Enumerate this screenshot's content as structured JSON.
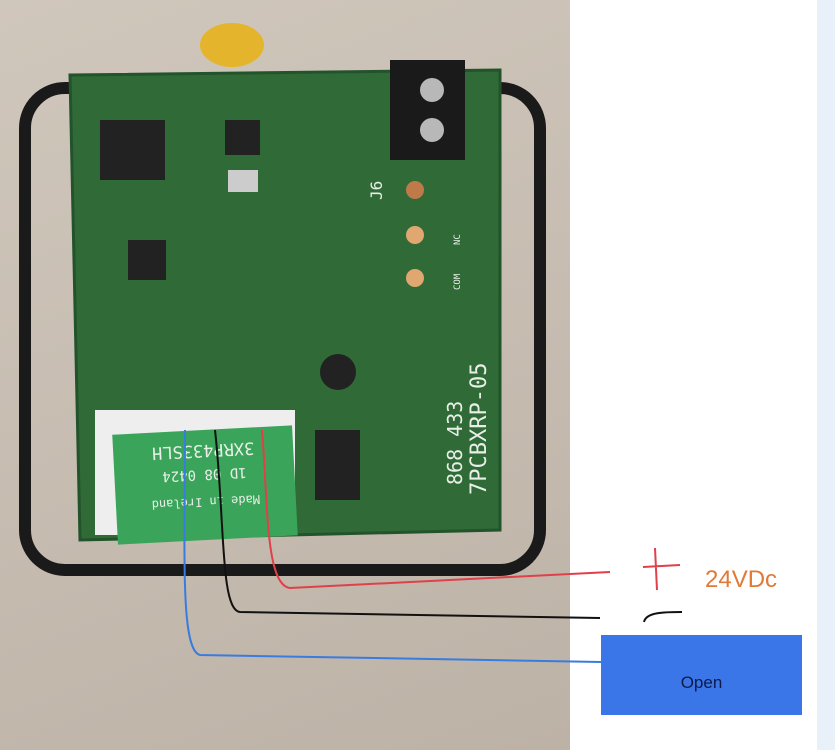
{
  "photo": {
    "board_label": "7PCBXRP-05",
    "freq_label": "868 433",
    "connector_label": "J6",
    "nc_label": "NC",
    "com_label": "COM",
    "module_label": "3XRP433SLH",
    "module_code": "1D 08 0424",
    "module_origin": "Made in Ireland"
  },
  "annotations": {
    "plus_sign": "+",
    "minus_sign": "–",
    "voltage_label": "24VDc",
    "open_label": "Open",
    "colors": {
      "positive_wire": "#e0404a",
      "negative_wire": "#111111",
      "signal_wire": "#3a7be0",
      "voltage_text": "#e07a35",
      "open_box": "#3a76e8"
    }
  }
}
